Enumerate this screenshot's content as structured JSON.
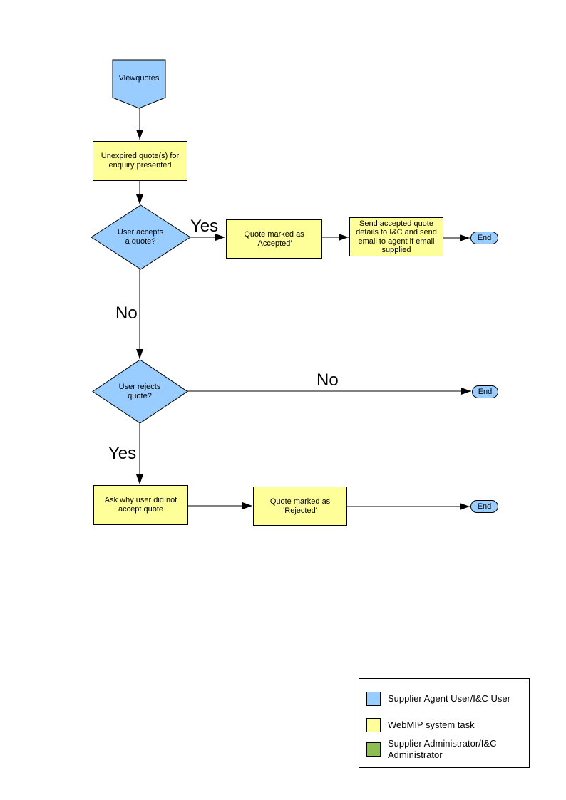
{
  "flowchart": {
    "nodes": {
      "start": {
        "shape": "pentagon-down",
        "lines": [
          "Viewquotes"
        ]
      },
      "unexpired": {
        "shape": "process",
        "lines": [
          "Unexpired quote(s) for",
          "enquiry presented"
        ]
      },
      "accepts": {
        "shape": "decision",
        "lines": [
          "User accepts",
          "a quote?"
        ]
      },
      "marked_accepted": {
        "shape": "process",
        "lines": [
          "Quote  marked as",
          "'Accepted'"
        ]
      },
      "send_details": {
        "shape": "process",
        "lines": [
          "Send accepted quote",
          "details to I&C and send",
          "email to agent if email",
          "supplied"
        ]
      },
      "end1": {
        "shape": "terminator",
        "label": "End"
      },
      "rejects": {
        "shape": "decision",
        "lines": [
          "User rejects",
          "quote?"
        ]
      },
      "end2": {
        "shape": "terminator",
        "label": "End"
      },
      "ask_why": {
        "shape": "process",
        "lines": [
          "Ask why user did not",
          "accept quote"
        ]
      },
      "marked_rejected": {
        "shape": "process",
        "lines": [
          "Quote  marked as",
          "'Rejected'"
        ]
      },
      "end3": {
        "shape": "terminator",
        "label": "End"
      }
    },
    "edge_labels": {
      "accepts_yes": "Yes",
      "accepts_no": "No",
      "rejects_no": "No",
      "rejects_yes": "Yes"
    }
  },
  "legend": {
    "items": [
      {
        "label": "Supplier Agent User/I&C User",
        "color": "#99CCFF"
      },
      {
        "label": "WebMIP system task",
        "color": "#FFFF99"
      },
      {
        "label": "Supplier Administrator/I&C Administrator",
        "color": "#8CBE50"
      }
    ]
  },
  "colors": {
    "actor_blue": "#99CCFF",
    "task_yellow": "#FFFF99",
    "admin_green": "#8CBE50",
    "outline": "#000000"
  }
}
